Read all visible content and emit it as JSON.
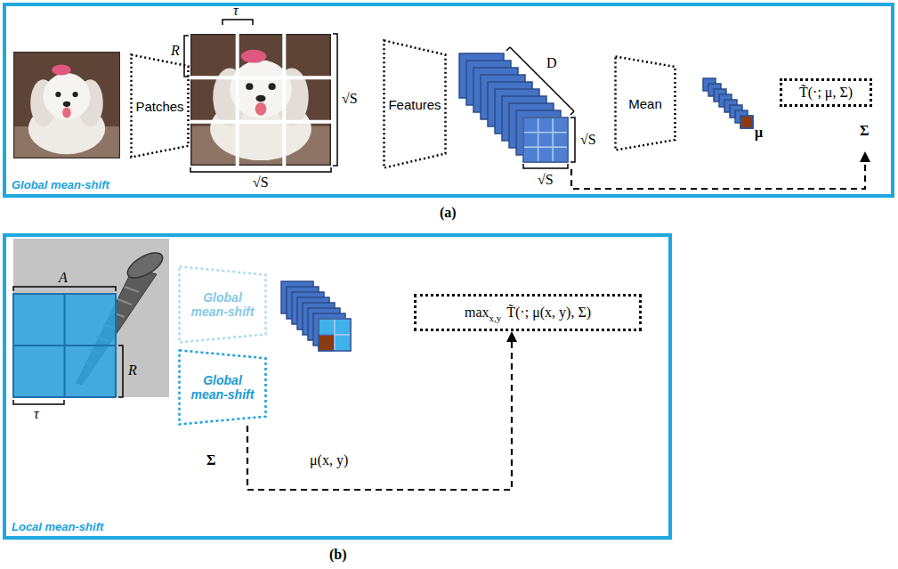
{
  "diagram": {
    "nodes": [
      {
        "text": [
          "Global mean-shift"
        ]
      },
      {
        "text": [
          "Patches"
        ],
        "in": 0
      },
      {
        "text": [
          "Features"
        ],
        "in": 0
      },
      {
        "text": [
          "D",
          "√S"
        ],
        "in": 0
      },
      {
        "text": [
          "Mean"
        ],
        "in": 0
      },
      {
        "text": [
          "μ"
        ],
        "in": 0
      },
      {
        "text": [
          "T̃(·; μ, Σ)",
          "Σ"
        ],
        "in": 0
      },
      {
        "text": [
          "Local mean-shift"
        ]
      },
      {
        "text": [
          "Global mean-shift"
        ],
        "in": 7
      },
      {
        "text": [
          "Global mean-shift"
        ],
        "in": 7
      },
      {
        "text": [
          "μ(x, y)"
        ],
        "in": 7
      },
      {
        "text": [
          "max",
          "x,y",
          "T̃(·; μ(x, y), Σ)"
        ],
        "in": 7
      }
    ],
    "edges": [
      {
        "from": 3,
        "to": 6,
        "arrow": "to"
      },
      {
        "from": 9,
        "to": 11,
        "label": "Σ",
        "arrow": "to"
      }
    ],
    "labels": [
      "τ",
      "R",
      "√S",
      "√S",
      "√S",
      "(a)",
      "A",
      "R",
      "τ",
      "(b)"
    ]
  }
}
